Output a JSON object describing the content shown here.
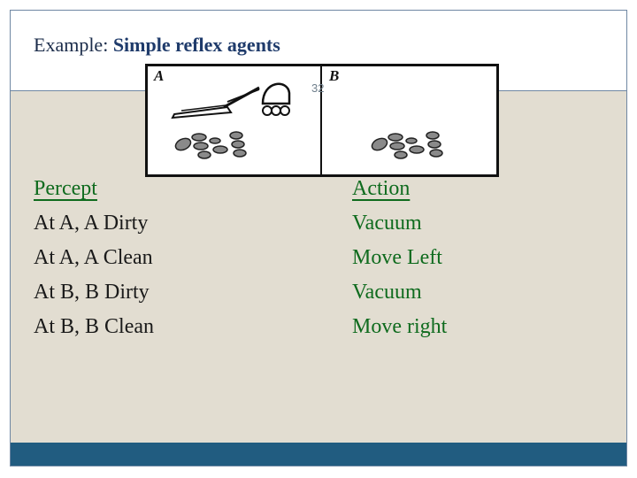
{
  "slide": {
    "title_prefix": "Example: ",
    "title_emphasis": "Simple reflex agents",
    "slide_number": "32"
  },
  "figure": {
    "room_a_label": "A",
    "room_b_label": "B"
  },
  "table": {
    "percept_header": "Percept",
    "action_header": "Action",
    "rows": [
      {
        "percept": "At A, A Dirty",
        "action": "Vacuum"
      },
      {
        "percept": "At A, A Clean",
        "action": "Move Left"
      },
      {
        "percept": "At B, B Dirty",
        "action": "Vacuum"
      },
      {
        "percept": "At B, B Clean",
        "action": "Move right"
      }
    ]
  },
  "colors": {
    "background": "#e2ddd1",
    "footer": "#215c80",
    "table_text": "#0f6b1e",
    "title_emphasis": "#1f3b6b"
  }
}
